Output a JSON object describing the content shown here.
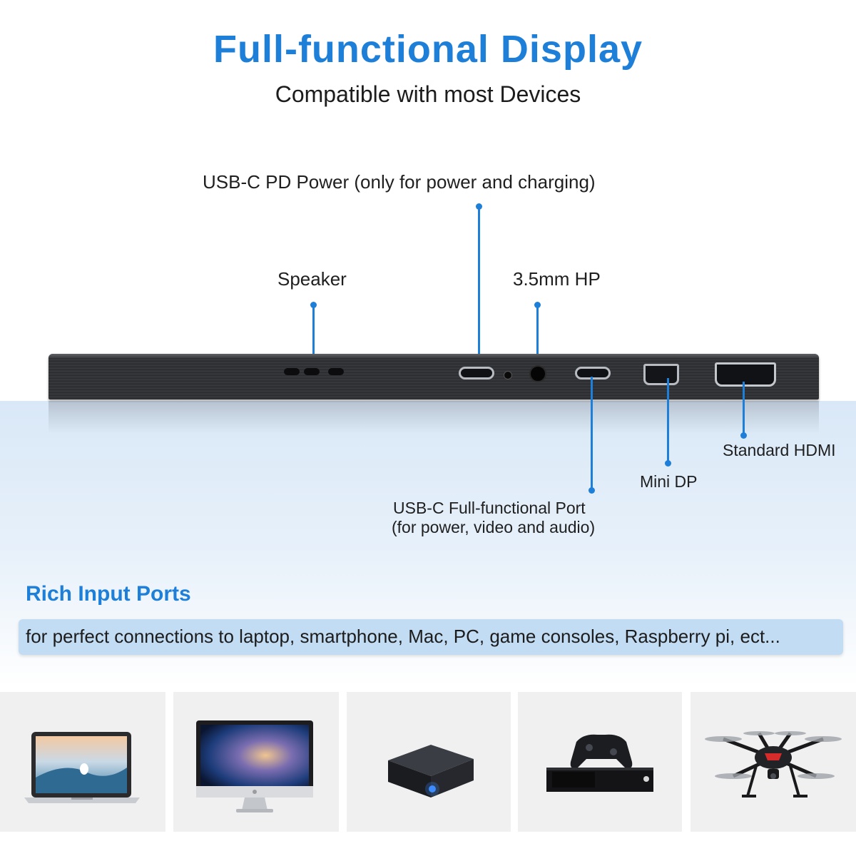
{
  "header": {
    "title": "Full-functional Display",
    "subtitle": "Compatible with most Devices"
  },
  "ports": {
    "usbc_pd": "USB-C PD Power (only for power and charging)",
    "speaker": "Speaker",
    "hp": "3.5mm HP",
    "usbc_full_line1": "USB-C Full-functional Port",
    "usbc_full_line2": "(for power, video and audio)",
    "minidp": "Mini DP",
    "hdmi": "Standard HDMI"
  },
  "section": {
    "heading": "Rich Input Ports",
    "banner": "for perfect connections to laptop, smartphone, Mac, PC, game consoles, Raspberry pi, ect..."
  },
  "devices": [
    "laptop-icon",
    "desktop-monitor-icon",
    "mini-pc-icon",
    "game-console-icon",
    "drone-icon"
  ],
  "colors": {
    "accent": "#1e7fd9",
    "banner": "#c2dcf4"
  }
}
